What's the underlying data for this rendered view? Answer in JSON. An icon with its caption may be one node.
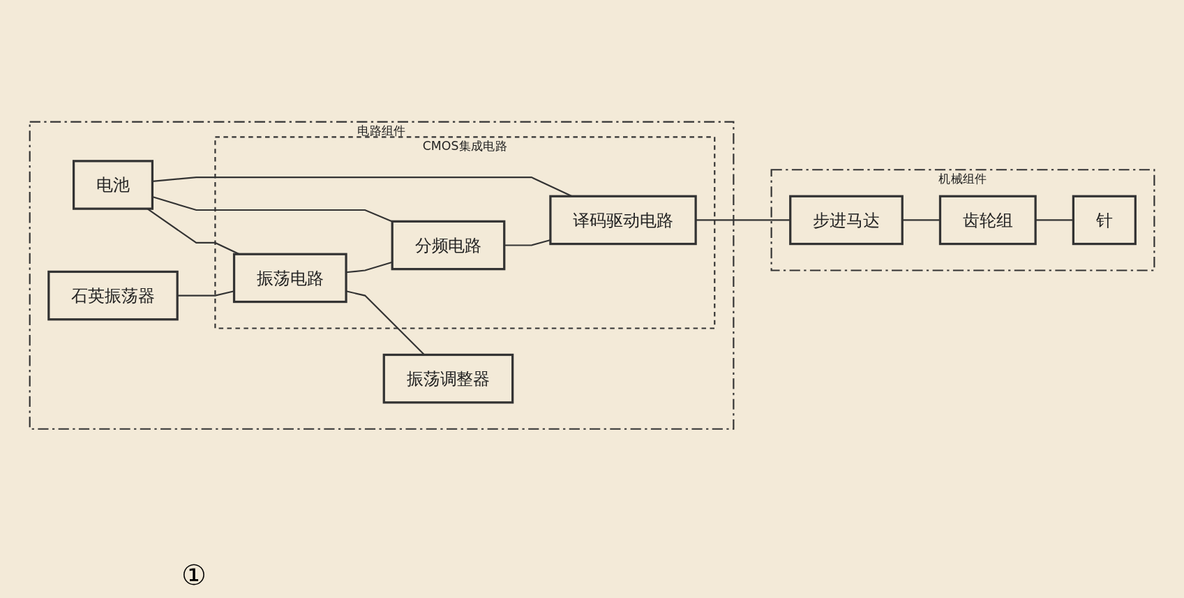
{
  "diagram": {
    "nodes": [
      {
        "text": [
          "电路组件"
        ]
      },
      {
        "text": [
          "石英振荡器"
        ],
        "in": 0
      },
      {
        "text": [
          "CMOS集成电路"
        ],
        "in": 0
      },
      {
        "text": [
          "振荡电路"
        ],
        "in": 2
      },
      {
        "text": [
          "分频电路"
        ],
        "in": 2
      },
      {
        "text": [
          "译码驱动电路"
        ],
        "in": 2
      },
      {
        "text": [
          "振荡调整器"
        ],
        "in": 0
      },
      {
        "text": [
          "电池"
        ],
        "in": 0
      },
      {
        "text": [
          "机械组件"
        ]
      },
      {
        "text": [
          "步进马达"
        ],
        "in": 8
      },
      {
        "text": [
          "齿轮组"
        ],
        "in": 8
      },
      {
        "text": [
          "针"
        ],
        "in": 8
      }
    ],
    "edges": [
      {
        "from": 1,
        "to": 3,
        "arrow": "none"
      },
      {
        "from": 3,
        "to": 4,
        "arrow": "none"
      },
      {
        "from": 4,
        "to": 5,
        "arrow": "none"
      },
      {
        "from": 5,
        "to": 9,
        "arrow": "none"
      },
      {
        "from": 3,
        "to": 6,
        "arrow": "none"
      },
      {
        "from": 7,
        "to": 3,
        "arrow": "none"
      },
      {
        "from": 7,
        "to": 4,
        "arrow": "none"
      },
      {
        "from": 7,
        "to": 5,
        "arrow": "none"
      },
      {
        "from": 9,
        "to": 10,
        "arrow": "none"
      },
      {
        "from": 10,
        "to": 11,
        "arrow": "none"
      }
    ],
    "labels": [
      "①"
    ]
  }
}
